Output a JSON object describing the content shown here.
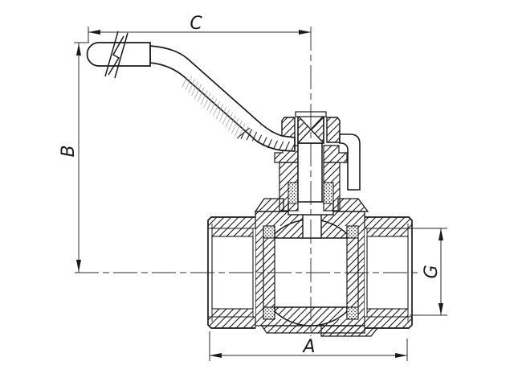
{
  "drawing": {
    "kind": "ball-valve-sectional-drawing",
    "background": "#ffffff"
  },
  "dimensions": {
    "overall_width_label": "A",
    "height_label": "B",
    "handle_length_label": "C",
    "port_thread_label": "G"
  },
  "colors": {
    "line": "#1a1a1a",
    "dim_line": "#2a2a2a",
    "background": "#ffffff"
  }
}
